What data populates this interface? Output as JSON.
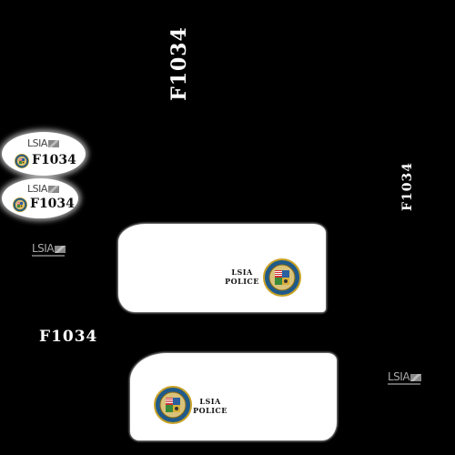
{
  "canvas": {
    "background": "#000000"
  },
  "unit_number": {
    "vertical_large": "F1034",
    "vertical_small": "F1034",
    "horizontal": "F1034"
  },
  "badges": [
    {
      "logo_text": "LSIA",
      "number": "F1034"
    },
    {
      "logo_text": "LSIA",
      "number": "F1034"
    }
  ],
  "logos": [
    {
      "text": "LSIA"
    },
    {
      "text": "LSIA"
    }
  ],
  "doors": [
    {
      "line1": "LSIA",
      "line2": "POLICE",
      "seal_icon": "police-seal-icon"
    },
    {
      "line1": "LSIA",
      "line2": "POLICE",
      "seal_icon": "police-seal-icon"
    }
  ],
  "colors": {
    "seal_blue": "#1f5a8a",
    "seal_gold": "#c9a227",
    "text_white": "#ffffff"
  }
}
